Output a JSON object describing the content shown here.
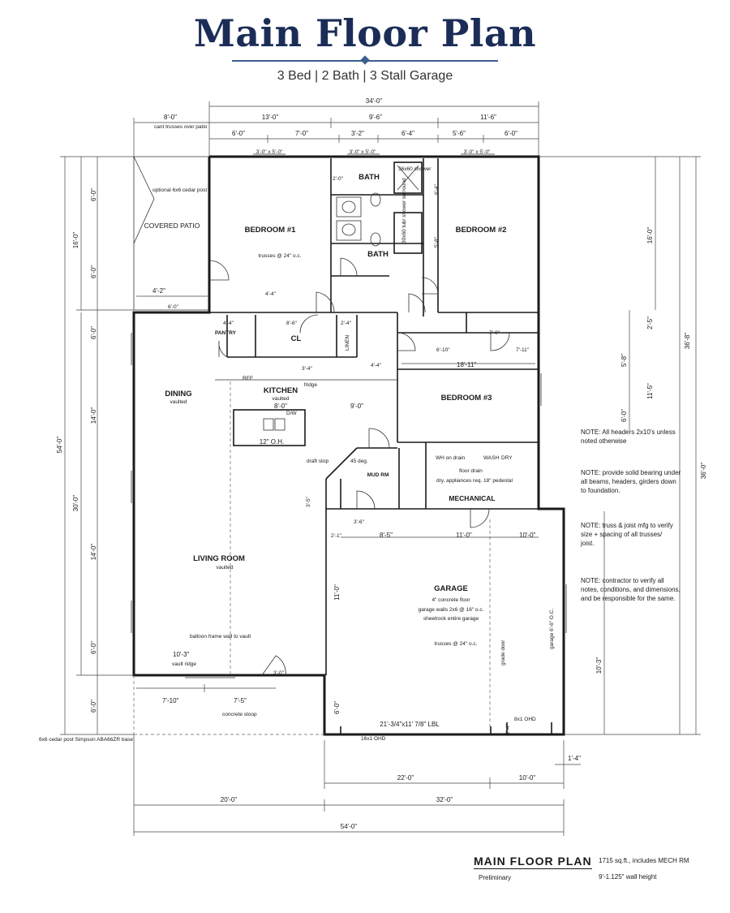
{
  "header": {
    "title": "Main Floor Plan",
    "subtitle": "3 Bed | 2 Bath | 3 Stall Garage"
  },
  "dims_top": {
    "overall": "34'-0\"",
    "patio": "8'-0\"",
    "seg1": "13'-0\"",
    "seg2": "9'-6\"",
    "seg3": "11'-6\"",
    "sub1": "6'-0\"",
    "sub2": "7'-0\"",
    "sub3": "3'-2\"",
    "sub4": "6'-4\"",
    "sub5": "5'-6\"",
    "sub6": "6'-0\"",
    "win1": "3'-0\" x 5'-0\"",
    "win2": "3'-0\" x 5'-0\"",
    "win3": "3'-0\" x 5'-0\""
  },
  "dims_left": {
    "overall": "54'-0\"",
    "upper": "16'-0\"",
    "u1": "6'-0\"",
    "u2": "6'-0\"",
    "lower": "30'-0\"",
    "l1": "6'-0\"",
    "l2": "14'-0\"",
    "l3": "14'-0\"",
    "l4": "6'-0\"",
    "l5": "6'-0\""
  },
  "dims_right": {
    "overall": "36'-8\"",
    "sub": "36'-0\"",
    "r1": "16'-0\"",
    "r2": "2'-5\"",
    "r3": "11'-5\"",
    "r4": "5'-8\"",
    "r5": "6'-0\"",
    "r6": "10'-3\""
  },
  "dims_bottom": {
    "overall": "54'-0\"",
    "left": "20'-0\"",
    "right": "32'-0\"",
    "g1": "22'-0\"",
    "g2": "10'-0\"",
    "offset": "1'-4\""
  },
  "patio": {
    "cant_note": "cant trusses over patio",
    "post_note": "optional 6x6 cedar post",
    "label": "COVERED PATIO",
    "d1": "4'-2\"",
    "d2": "6'-0\""
  },
  "rooms": {
    "bed1": "BEDROOM #1",
    "bed1_note": "trusses @ 24\" o.c.",
    "bed2": "BEDROOM #2",
    "bed3": "BEDROOM #3",
    "bath_upper": "BATH",
    "bath_lower": "BATH",
    "shower": "36x60 shower",
    "tub": "30x60 tub/ shower surround",
    "pantry": "PANTRY",
    "closet": "CL",
    "linen": "LINEN",
    "dining": "DINING",
    "dining_sub": "vaulted",
    "kitchen": "KITCHEN",
    "kitchen_sub": "vaulted",
    "kitchen_dim": "8'-0\"",
    "dw": "D/W",
    "island": "12\" O.H.",
    "fridge": "fridge",
    "ref": "REF",
    "living": "LIVING ROOM",
    "living_sub": "vaulted",
    "mudrm": "MUD RM",
    "mech": "MECHANICAL",
    "wh": "WH on drain",
    "floor_drain": "floor drain",
    "washer": "WASH",
    "dryer": "DRY",
    "appliances": "dry. appliances req. 18\" pedestal",
    "draft": "draft stop",
    "angle": "45 deg.",
    "garage": "GARAGE",
    "garage_n1": "4\" concrete floor",
    "garage_n2": "garage walls 2x6 @ 16\" o.c.",
    "garage_n3": "sheetrock entire garage",
    "garage_n4": "trusses @ 24\" o.c.",
    "grade": "grade door",
    "garage_win": "garage 6'-6\" O.C.",
    "ohd1": "21'-3/4\"x11' 7/8\" LBL",
    "ohd2": "16x1 OHD",
    "ohd3": "8x1 OHD",
    "balloon": "balloon frame wall to vault",
    "ridge": "vault ridge",
    "ridge_dim": "10'-3\"",
    "stoop": "concrete stoop",
    "s1": "7'-10\"",
    "s2": "7'-5\"",
    "post": "6x6 cedar post Simpson ABA66ZR base"
  },
  "interior_dims": {
    "a": "4'-4\"",
    "b": "4'-4\"",
    "c": "8'-6\"",
    "d": "2'-4\"",
    "e": "3'-4\"",
    "f": "4'-4\"",
    "g": "9'-0\"",
    "h": "6'-10\"",
    "i": "7'-11\"",
    "j": "18'-11\"",
    "k": "2'-0\"",
    "l": "6'-4\"",
    "m": "5'-8\"",
    "n": "3'-6\"",
    "o": "2'-1\"",
    "p": "8'-5\"",
    "q": "11'-0\"",
    "r": "10'-0\"",
    "s": "11'-0\"",
    "t": "6'-0\"",
    "u": "3'-0\"",
    "v": "3'-5\"",
    "w": "2'-4\"",
    "x": "7'-0\""
  },
  "notes": [
    "NOTE: All headers 2x10's unless noted otherwise",
    "NOTE: provide solid bearing under all beams, headers, girders down to foundation.",
    "NOTE: truss & joist mfg to verify size + spacing of all trusses/ joist.",
    "NOTE: contractor to verify all notes, conditions, and dimensions, and be responsible for the same."
  ],
  "footer": {
    "title": "MAIN FLOOR PLAN",
    "sub": "Preliminary",
    "area": "1715 sq.ft., includes MECH RM",
    "wall": "9'-1.125\" wall height"
  },
  "colors": {
    "title": "#1b2d57",
    "accent": "#3b5f8f",
    "line": "#1a1a1a"
  }
}
